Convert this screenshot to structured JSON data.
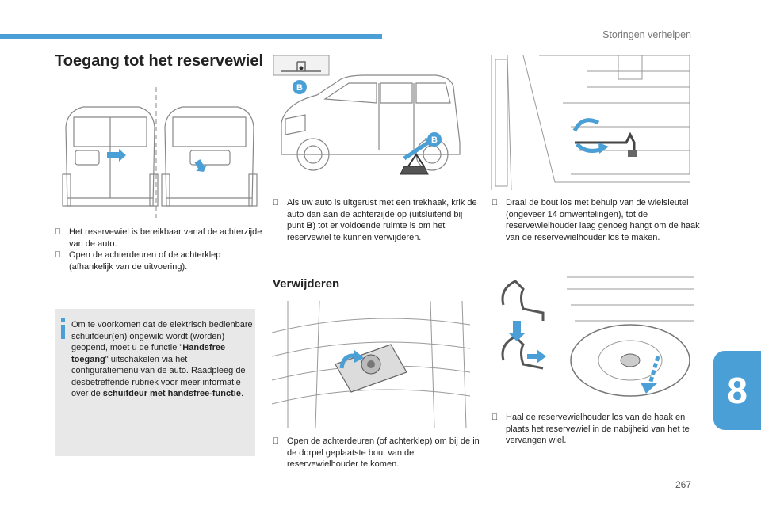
{
  "header": {
    "title": "Storingen verhelpen"
  },
  "page": {
    "number": "267",
    "chapter": "8"
  },
  "colors": {
    "accent": "#4a9fd6",
    "info_bg": "#e8e8e8"
  },
  "main": {
    "title": "Toegang tot het reservewiel",
    "bullets_left": [
      "Het reservewiel is bereikbaar vanaf de achterzijde van de auto.",
      "Open de achterdeuren of de achterklep (afhankelijk van de uitvoering)."
    ],
    "info": {
      "icon": "info-icon",
      "part1": "Om te voorkomen dat de elektrisch bedienbare schuifdeur(en) ongewild wordt (worden) geopend, moet u de functie \"",
      "bold1": "Handsfree toegang",
      "part2": "\" uitschakelen via het configuratiemenu van de auto. Raadpleeg de desbetreffende rubriek voor meer informatie over de ",
      "bold2": "schuifdeur met handsfree-functie",
      "part3": "."
    },
    "bullet_towbar_part1": "Als uw auto is uitgerust met een trekhaak, krik de auto dan aan de achterzijde op (uitsluitend bij punt ",
    "bullet_towbar_bold": "B",
    "bullet_towbar_part2": ") tot er voldoende ruimte is om het reservewiel te kunnen verwijderen.",
    "section_title": "Verwijderen",
    "bullet_open_doors": "Open de achterdeuren (of achterklep) om bij de in de dorpel geplaatste bout van de reservewielhouder te komen.",
    "bullet_turn_bolt": "Draai de bout los met behulp van de wielsleutel (ongeveer 14 omwentelingen), tot de reservewielhouder laag genoeg hangt om de haak van de reservewielhouder los te maken.",
    "bullet_release": "Haal de reservewielhouder los van de haak en plaats het reservewiel in de nabijheid van het te vervangen wiel.",
    "labels": {
      "point_b": "B"
    }
  }
}
